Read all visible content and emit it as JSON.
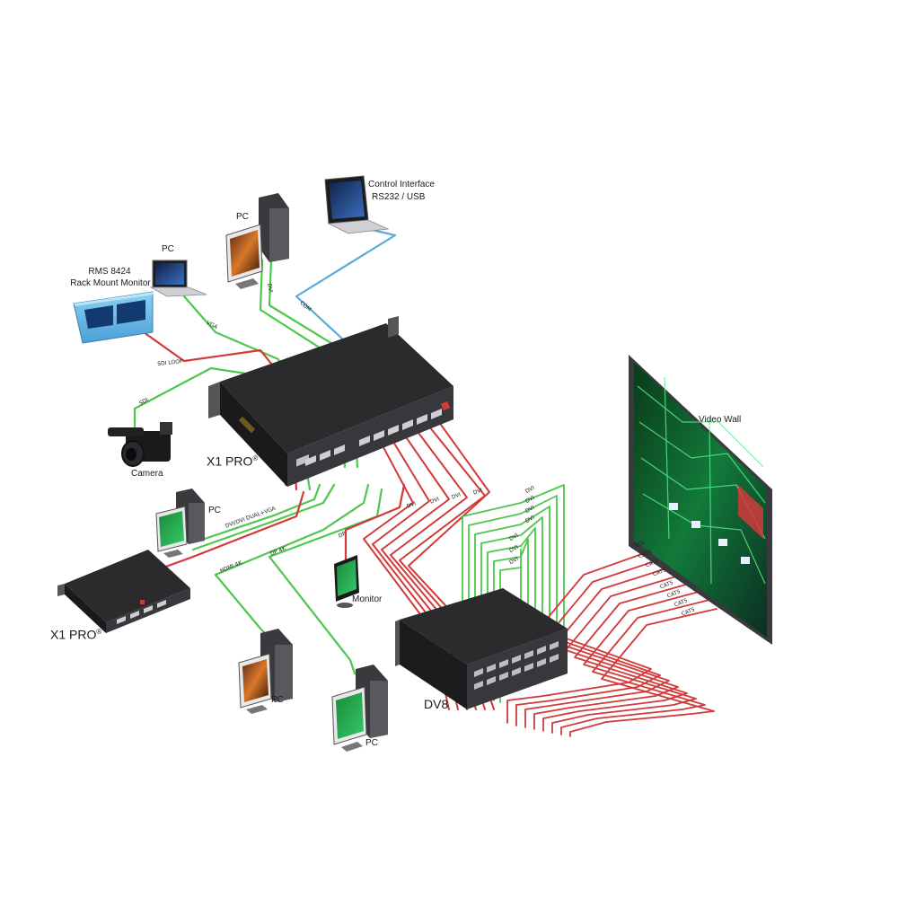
{
  "colors": {
    "signal_red": "#d23a3a",
    "signal_green": "#4cc84c",
    "signal_blue": "#5aa9d8",
    "device_dark": "#2b2b2e",
    "screen_green": "#1fae4a"
  },
  "labels": {
    "control_interface": "Control Interface",
    "control_ports": "RS232 / USB",
    "pc_top_left": "PC",
    "pc_top": "PC",
    "rms_name": "RMS 8424",
    "rms_desc": "Rack Mount Monitor",
    "camera": "Camera",
    "x1_pro_main": "X1 PRO",
    "x1_pro_main_reg": "®",
    "video_wall": "Video Wall",
    "pc_middle": "PC",
    "x1_pro_small": "X1 PRO",
    "x1_pro_small_reg": "®",
    "monitor": "Monitor",
    "pc_bottom_left": "PC",
    "pc_bottom": "PC",
    "dv8": "DV8"
  },
  "cable_labels": {
    "vga": "VGA",
    "dvi": "DVI",
    "com": "COM",
    "sdi_loop": "SDI LOOP",
    "sdi": "SDI",
    "dvi_dvi_dual_vga": "DVI/DVI DUAL+VGA",
    "hdmi_4k": "HDMI 4K",
    "dp_4k": "DP 4K",
    "dp": "DP",
    "dvi_out_1": "DVI",
    "dvi_out_2": "DVI",
    "dvi_out_3": "DVI",
    "dvi_out_4": "DVI",
    "dvi_in_1": "DVI",
    "dvi_in_2": "DVI",
    "dvi_in_3": "DVI",
    "dvi_in_4": "DVI",
    "dvi_in_5": "DVI",
    "dvi_in_6": "DVI",
    "dvi_in_7": "DVI",
    "cat5_1": "CAT5",
    "cat5_2": "CAT5",
    "cat5_3": "CAT5",
    "cat5_4": "CAT5",
    "cat5_5": "CAT5",
    "cat5_6": "CAT5",
    "cat5_7": "CAT5",
    "cat5_8": "CAT5"
  },
  "icons": [
    "pc-tower-icon",
    "laptop-icon",
    "camera-icon",
    "rack-monitor-icon",
    "monitor-icon",
    "video-wall-icon",
    "switcher-device-icon"
  ]
}
